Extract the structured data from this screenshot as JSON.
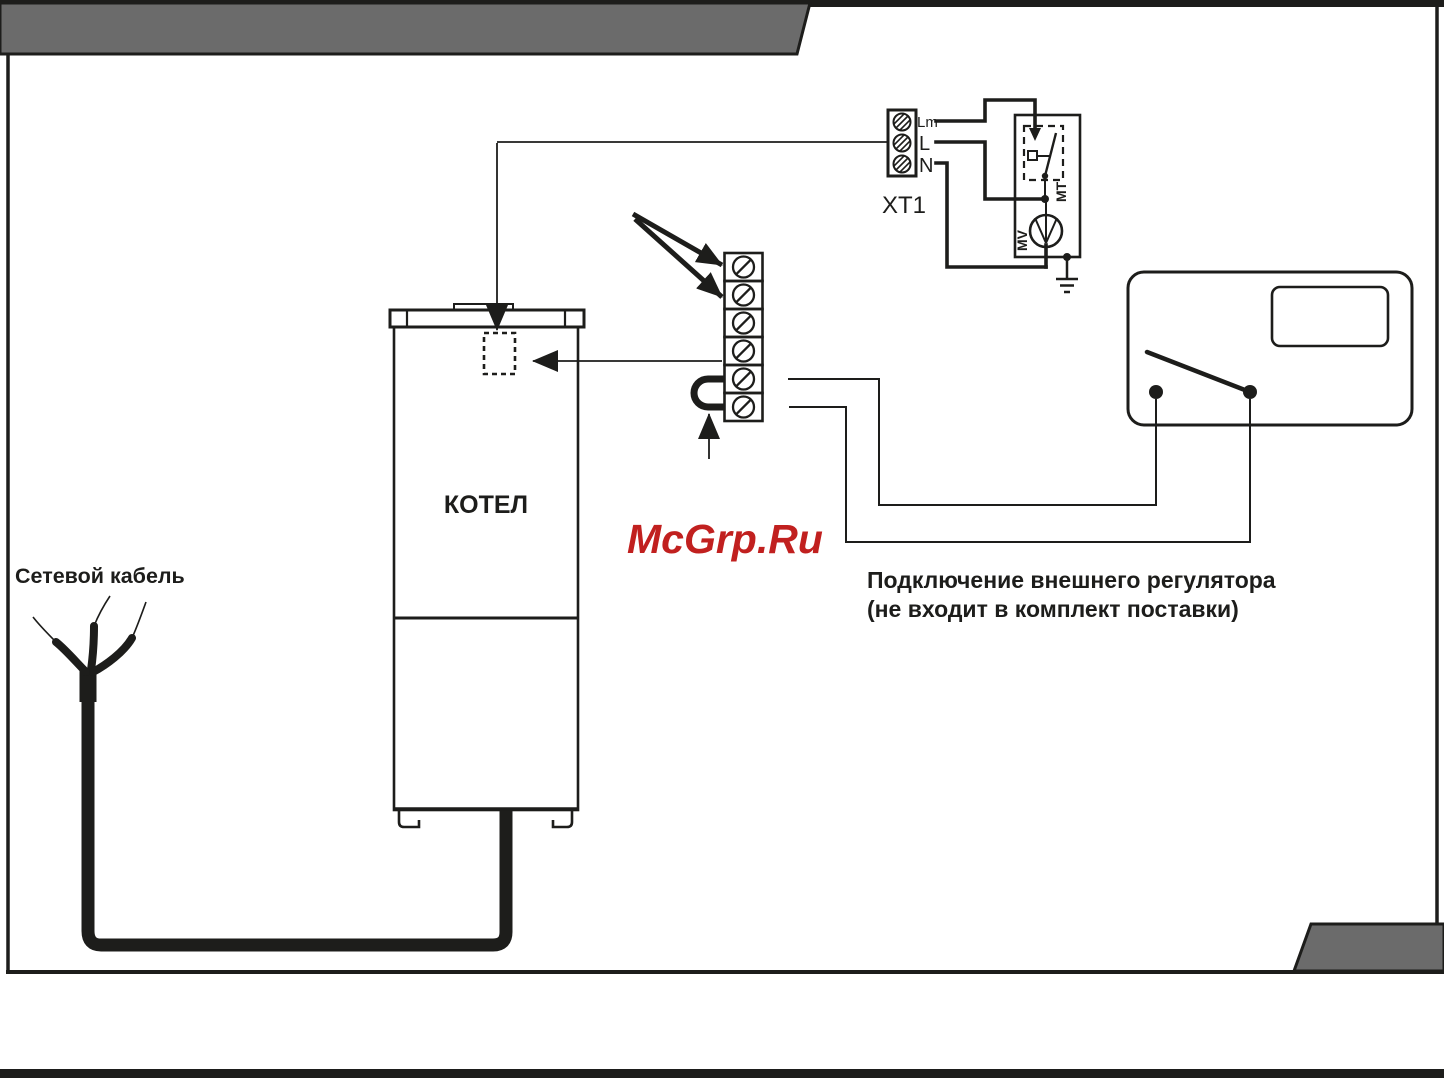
{
  "diagram": {
    "boiler_label": "КОТЕЛ",
    "cable_label": "Сетевой кабель",
    "terminal_block": {
      "name": "XT1",
      "pins": [
        "Lm",
        "L",
        "N"
      ]
    },
    "device_labels": {
      "mv": "MV",
      "mt": "MT"
    },
    "caption_line1": "Подключение внешнего регулятора",
    "caption_line2": "(не входит в комплект поставки)",
    "watermark": "McGrp.Ru",
    "colors": {
      "ink": "#1d1d1b",
      "banner_gray": "#6b6b6b",
      "watermark_red": "#c1201f"
    }
  }
}
